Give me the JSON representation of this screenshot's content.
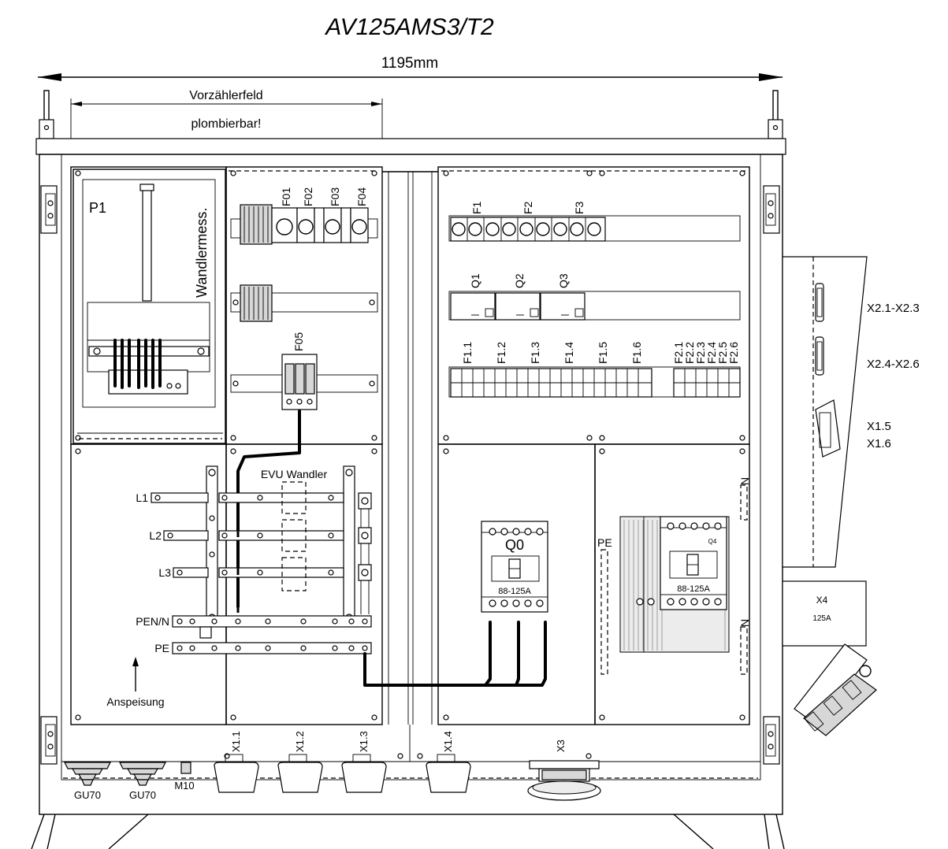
{
  "title": "AV125AMS3/T2",
  "dimension": "1195mm",
  "meter_field": {
    "label": "Vorzählerfeld",
    "sublabel": "plombierbar!"
  },
  "meter_panel": {
    "id": "P1",
    "label": "Wandlermess."
  },
  "fuses_top": [
    "F01",
    "F02",
    "F03",
    "F04"
  ],
  "surge_protector": "F05",
  "transformer_label": "EVU Wandler",
  "busbars": [
    "L1",
    "L2",
    "L3",
    "PEN/N",
    "PE"
  ],
  "feed_label": "Anspeisung",
  "right_top_fuses": [
    "F1",
    "F2",
    "F3"
  ],
  "rcds": [
    "Q1",
    "Q2",
    "Q3"
  ],
  "mcbs_left": [
    "F1.1",
    "F1.2",
    "F1.3",
    "F1.4",
    "F1.5",
    "F1.6"
  ],
  "mcbs_right": [
    "F2.1",
    "F2.2",
    "F2.3",
    "F2.4",
    "F2.5",
    "F2.6"
  ],
  "main_switch": {
    "id": "Q0",
    "rating": "88-125A"
  },
  "second_switch": {
    "id": "Q4",
    "rating": "88-125A"
  },
  "rail_labels": {
    "pe": "PE",
    "n_top": "N",
    "n_bottom": "N"
  },
  "outlets": [
    {
      "id": "X2.1-X2.3"
    },
    {
      "id": "X2.4-X2.6"
    },
    {
      "id": "X1.5",
      "id2": "X1.6"
    }
  ],
  "cee_outlet": {
    "id": "X4",
    "rating": "125A"
  },
  "glands": [
    "GU70",
    "GU70",
    "M10"
  ],
  "bottom_connectors": [
    "X1.1",
    "X1.2",
    "X1.3",
    "X1.4",
    "X3"
  ]
}
